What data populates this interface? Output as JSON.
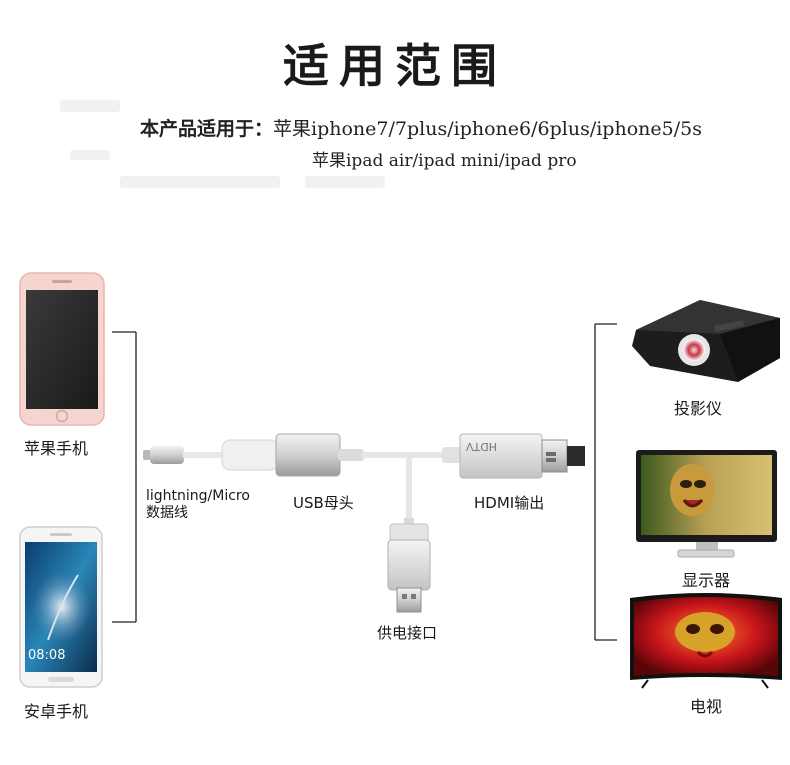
{
  "title": "适用范围",
  "compatibility": {
    "label": "本产品适用于：",
    "line1": "苹果iphone7/7plus/iphone6/6plus/iphone5/5s",
    "line2": "苹果ipad air/ipad mini/ipad pro"
  },
  "devices_left": {
    "iphone_label": "苹果手机",
    "android_label": "安卓手机",
    "android_time": "08:08"
  },
  "cable": {
    "lightning_label_line1": "lightning/Micro",
    "lightning_label_line2": "数据线",
    "usb_female_label": "USB母头",
    "hdmi_label": "HDMI输出",
    "hdmi_print": "HDTV",
    "power_label": "供电接口"
  },
  "devices_right": {
    "projector_label": "投影仪",
    "monitor_label": "显示器",
    "tv_label": "电视"
  },
  "colors": {
    "line": "#222222",
    "cable": "#e4e4e4",
    "silver": "#cfcfcf",
    "iphone_frame": "#f3c9c3",
    "tv_mask": "#d7a22a"
  }
}
